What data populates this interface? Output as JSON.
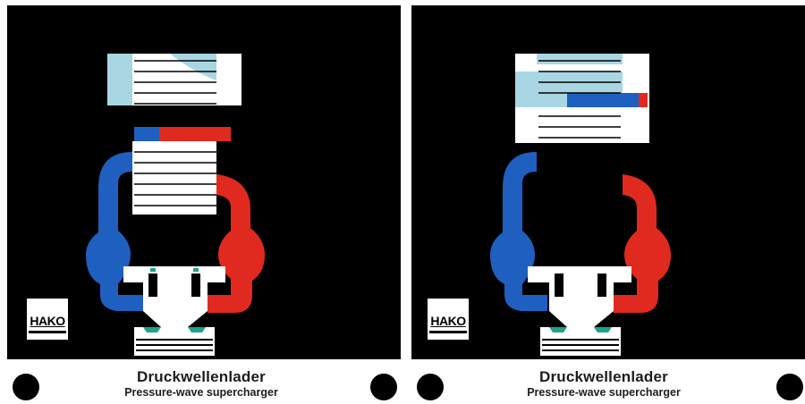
{
  "panels": [
    {
      "title_de": "Druckwellenlader",
      "title_en": "Pressure-wave supercharger",
      "logo_text": "HAKO",
      "state": "charging"
    },
    {
      "title_de": "Druckwellenlader",
      "title_en": "Pressure-wave supercharger",
      "logo_text": "HAKO",
      "state": "expanding"
    }
  ],
  "colors": {
    "background": "#000000",
    "hot_gas": "#e02a1f",
    "fresh_air": "#1f5fbf",
    "low_pressure_air": "#a9d6e3",
    "rotor": "#ffffff",
    "valves": "#1fa38a"
  },
  "icons": [
    "hole-punch-icon",
    "hako-logo"
  ]
}
